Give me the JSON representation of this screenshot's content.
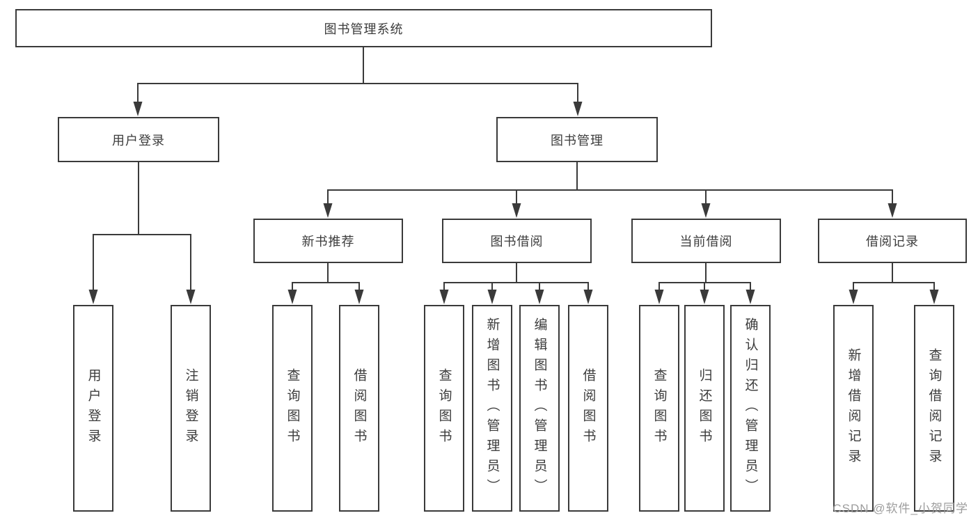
{
  "diagram": {
    "root": {
      "label": "图书管理系统"
    },
    "branches": [
      {
        "label": "用户登录",
        "children": [
          {
            "label": "用户登录"
          },
          {
            "label": "注销登录"
          }
        ]
      },
      {
        "label": "图书管理",
        "children": [
          {
            "label": "新书推荐",
            "children": [
              {
                "label": "查询图书"
              },
              {
                "label": "借阅图书"
              }
            ]
          },
          {
            "label": "图书借阅",
            "children": [
              {
                "label": "查询图书"
              },
              {
                "label": "新增图书（管理员）"
              },
              {
                "label": "编辑图书（管理员）"
              },
              {
                "label": "借阅图书"
              }
            ]
          },
          {
            "label": "当前借阅",
            "children": [
              {
                "label": "查询图书"
              },
              {
                "label": "归还图书"
              },
              {
                "label": "确认归还（管理员）"
              }
            ]
          },
          {
            "label": "借阅记录",
            "children": [
              {
                "label": "新增借阅记录"
              },
              {
                "label": "查询借阅记录"
              }
            ]
          }
        ]
      }
    ],
    "watermark": "CSDN @软件_小贺同学",
    "colors": {
      "line": "#3a3a3a",
      "text": "#3c3c3c",
      "watermark": "#9d9d9d",
      "background": "#ffffff"
    }
  }
}
